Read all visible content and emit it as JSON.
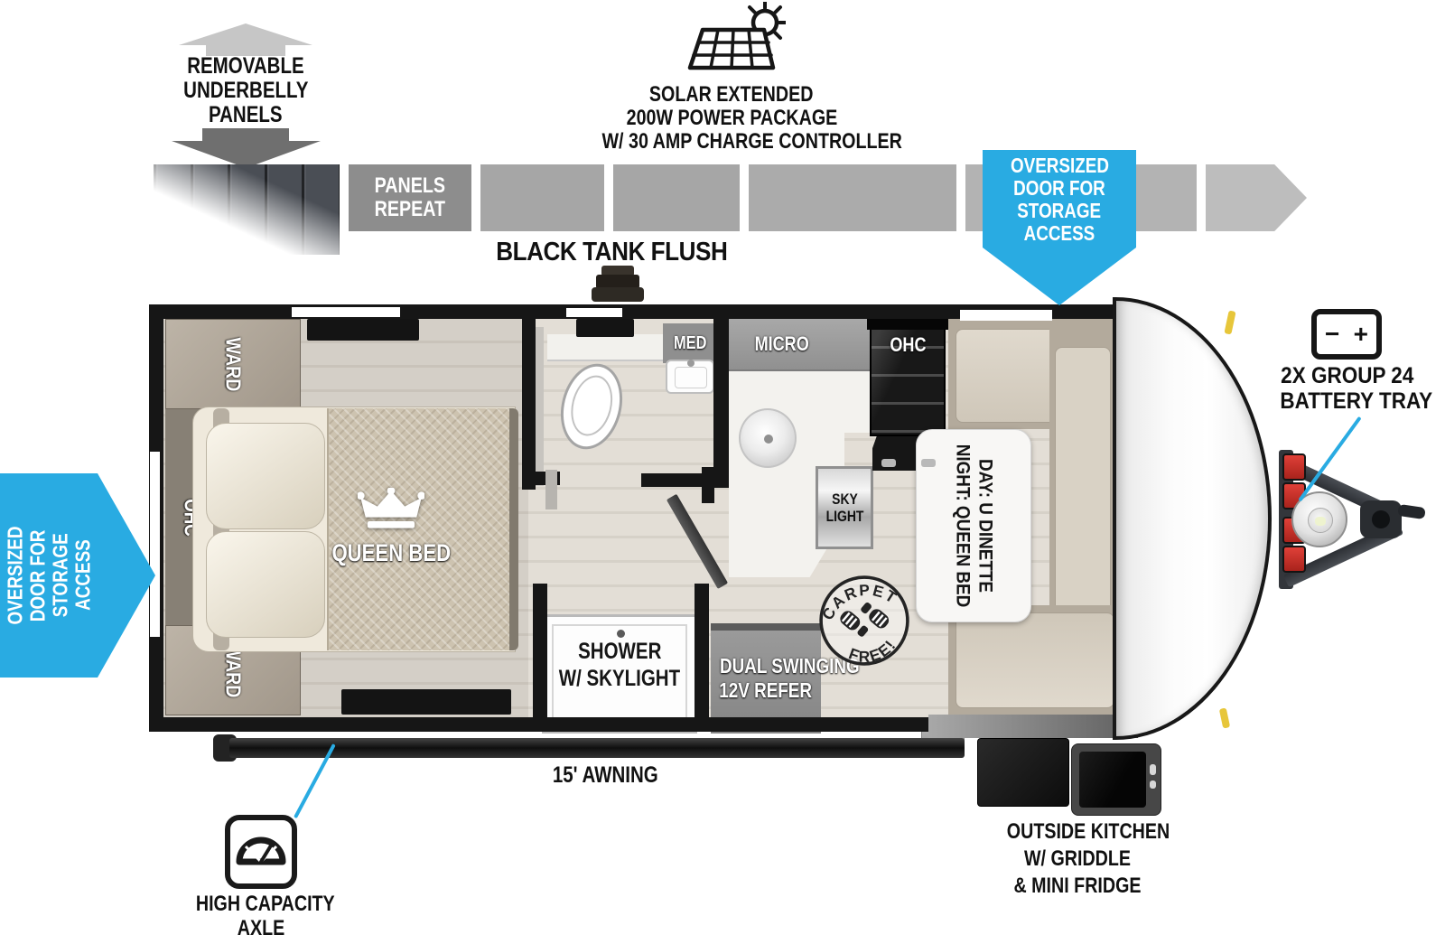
{
  "colors": {
    "accentBlue": "#29abe2",
    "wallBlack": "#161616",
    "barGray": "#a8a8a8",
    "panelsRepeatGray": "#8d8d8d",
    "floorWood": "#ded9d1",
    "benchBeige": "#d6cec1",
    "cabinetTan": "#b2a899",
    "counterWhite": "#f3f2ee",
    "batteryRed": "#cf3127"
  },
  "top": {
    "underbelly": {
      "lines": [
        "REMOVABLE",
        "UNDERBELLY",
        "PANELS"
      ]
    },
    "solar": {
      "lines": [
        "SOLAR EXTENDED",
        "200W POWER PACKAGE",
        "W/ 30 AMP CHARGE CONTROLLER"
      ]
    },
    "panels_repeat": {
      "lines": [
        "PANELS",
        "REPEAT"
      ]
    },
    "black_tank_flush": "BLACK TANK FLUSH",
    "storage_door_top": {
      "lines": [
        "OVERSIZED",
        "DOOR FOR",
        "STORAGE",
        "ACCESS"
      ]
    },
    "battery": {
      "minus": "−",
      "plus": "+",
      "lines": [
        "2X GROUP 24",
        "BATTERY TRAY"
      ]
    }
  },
  "left_callout": {
    "lines": [
      "OVERSIZED",
      "DOOR FOR",
      "STORAGE",
      "ACCESS"
    ]
  },
  "interior": {
    "ward_top": "WARD",
    "ward_bottom": "WARD",
    "ohc_bedroom": "OHC",
    "queen_bed": "QUEEN BED",
    "med": "MED",
    "micro": "MICRO",
    "ohc_kitchen": "OHC",
    "skylight": {
      "lines": [
        "SKY",
        "LIGHT"
      ]
    },
    "dinette_table": {
      "lines": [
        "DAY: U DINETTE",
        "NIGHT: QUEEN BED"
      ]
    },
    "shower": {
      "lines": [
        "SHOWER",
        "W/ SKYLIGHT"
      ]
    },
    "refer": {
      "lines": [
        "DUAL SWINGING",
        "12V REFER"
      ]
    },
    "carpet_free": {
      "top": "CARPET",
      "bottom": "FREE!"
    }
  },
  "bottom": {
    "awning": "15' AWNING",
    "axle": {
      "lines": [
        "HIGH CAPACITY",
        "AXLE"
      ]
    },
    "outside_kitchen": {
      "lines": [
        "OUTSIDE KITCHEN",
        "W/ GRIDDLE",
        "& MINI FRIDGE"
      ]
    }
  }
}
